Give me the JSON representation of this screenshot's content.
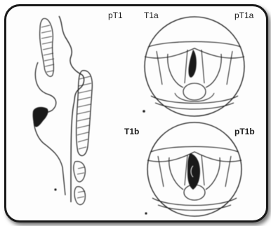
{
  "labels": {
    "sagittal": "pT1",
    "top_left": "T1a",
    "top_right": "pT1a",
    "bottom_left": "T1b",
    "bottom_right": "pT1b"
  },
  "colors": {
    "line": "#1a1a1a",
    "tumor": "#1a1a1a",
    "frame": "#1a1a1a",
    "background": "#fdfdfd"
  }
}
